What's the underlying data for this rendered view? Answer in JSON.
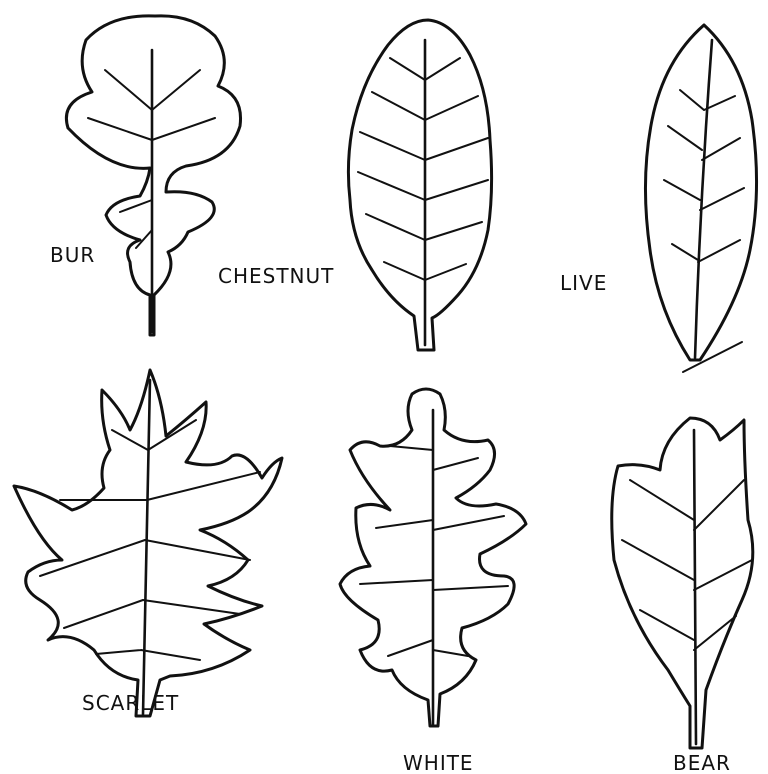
{
  "leaves": [
    {
      "id": "bur",
      "label": "BUR"
    },
    {
      "id": "chestnut",
      "label": "CHESTNUT"
    },
    {
      "id": "live",
      "label": "LIVE"
    },
    {
      "id": "scarlet",
      "label": "SCARLET"
    },
    {
      "id": "white",
      "label": "WHITE"
    },
    {
      "id": "bear",
      "label": "BEAR"
    }
  ],
  "colors": {
    "ink": "#111111",
    "paper": "#ffffff"
  }
}
